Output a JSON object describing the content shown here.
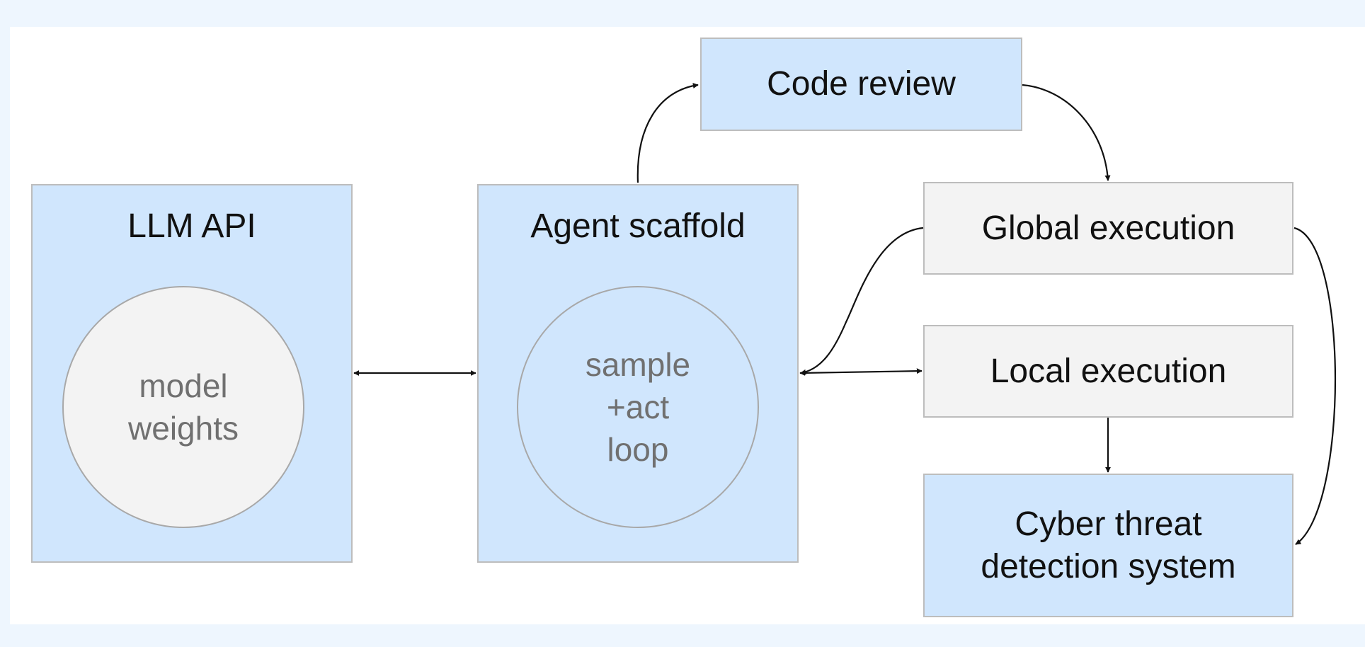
{
  "nodes": {
    "llm_api": {
      "title": "LLM API",
      "circle_lines": [
        "model",
        "weights"
      ]
    },
    "agent_scaffold": {
      "title": "Agent scaffold",
      "circle_lines": [
        "sample",
        "+act",
        "loop"
      ]
    },
    "code_review": {
      "label": "Code review"
    },
    "global_execution": {
      "label": "Global execution"
    },
    "local_execution": {
      "label": "Local execution"
    },
    "cyber_threat": {
      "label_lines": [
        "Cyber threat",
        "detection system"
      ]
    }
  },
  "colors": {
    "page_background": "#eef6fe",
    "canvas_background": "#ffffff",
    "blue_box_fill": "#d0e6fd",
    "gray_box_fill": "#f3f3f3",
    "box_border": "#bdbdbd",
    "circle_text": "#707070",
    "arrow": "#111111"
  }
}
